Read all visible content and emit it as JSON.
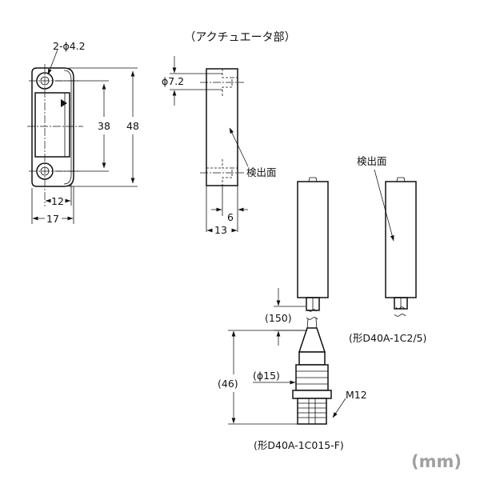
{
  "title": "（アクチュエータ部）",
  "unit_label": "(mm)",
  "dimensions": {
    "hole": "2-ϕ4.2",
    "height_outer": "48",
    "height_inner": "38",
    "width_inner": "12",
    "width_outer": "17",
    "side_hole": "ϕ7.2",
    "side_width_inner": "6",
    "side_width_outer": "13",
    "cable_len": "(150)",
    "connector_len": "(46)",
    "connector_dia": "(ϕ15)",
    "thread": "M12"
  },
  "labels": {
    "detect_face_1": "検出面",
    "detect_face_2": "検出面",
    "model_connector": "(形D40A-1C015-F)",
    "model_cable": "(形D40A-1C2/5)"
  }
}
